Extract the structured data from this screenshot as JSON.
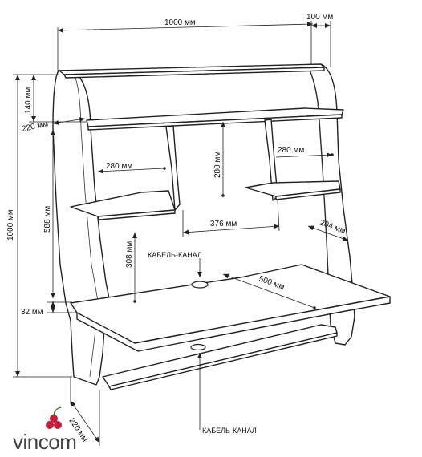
{
  "dimensions": {
    "width_total": "1000 мм",
    "depth_top": "100 мм",
    "shelf_top_height": "140 мм",
    "side_depth_upper": "220 мм",
    "height_total": "1000 мм",
    "height_588": "588 мм",
    "table_thickness": "32 мм",
    "shelf_left_width": "280 мм",
    "shelf_right_width": "280 мм",
    "niche_height": "280 мм",
    "niche_width": "376 мм",
    "shelf_right_depth": "204 мм",
    "leg_height": "308 мм",
    "table_depth": "500 мм",
    "base_depth": "220 мм"
  },
  "labels": {
    "cable_channel_top": "КАБЕЛЬ-КАНАЛ",
    "cable_channel_bottom": "КАБЕЛЬ-КАНАЛ"
  },
  "brand": {
    "name": "vincom",
    "accent_color": "#c41e3a"
  }
}
